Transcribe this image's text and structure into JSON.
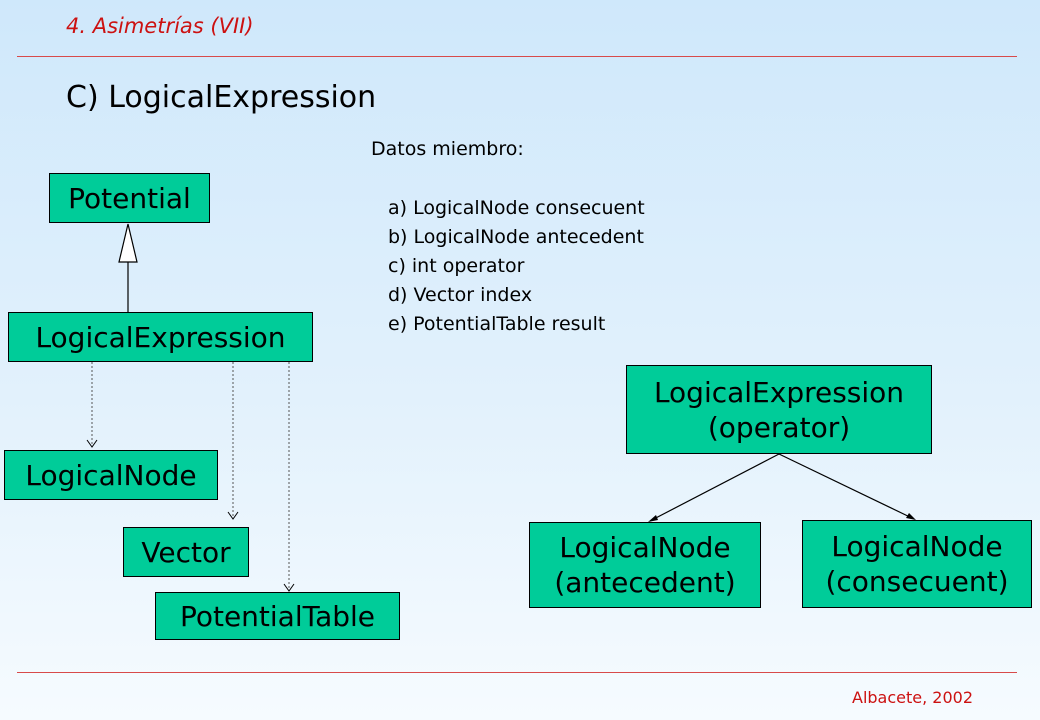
{
  "header": {
    "section": "4. Asimetrías (VII)",
    "title": "C) LogicalExpression"
  },
  "members": {
    "title": "Datos miembro:",
    "items": [
      "a) LogicalNode consecuent",
      "b) LogicalNode antecedent",
      "c) int operator",
      "d) Vector index",
      "e) PotentialTable result"
    ]
  },
  "class_diagram": {
    "potential": "Potential",
    "logical_expression": "LogicalExpression",
    "logical_node": "LogicalNode",
    "vector": "Vector",
    "potential_table": "PotentialTable"
  },
  "tree_diagram": {
    "root_line1": "LogicalExpression",
    "root_line2": "(operator)",
    "left_line1": "LogicalNode",
    "left_line2": "(antecedent)",
    "right_line1": "LogicalNode",
    "right_line2": "(consecuent)"
  },
  "footer": "Albacete, 2002",
  "colors": {
    "box_fill": "#00cc99",
    "accent_red": "#cc1111"
  }
}
